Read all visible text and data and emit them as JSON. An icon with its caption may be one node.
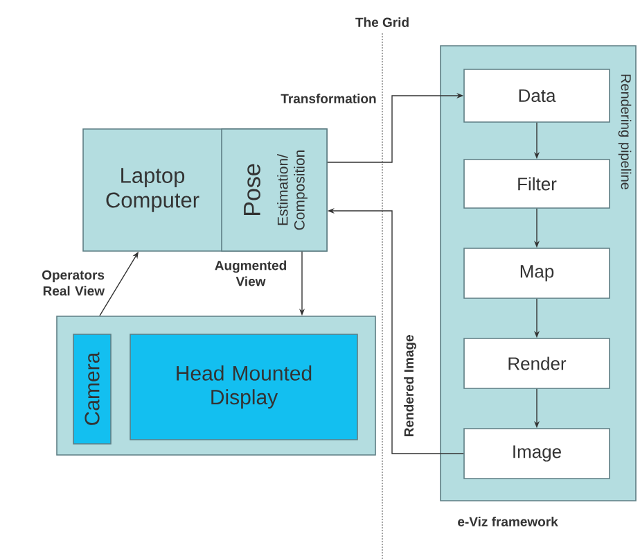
{
  "diagram": {
    "nodes": [
      {
        "text": [
          "Laptop Computer"
        ]
      },
      {
        "text": [
          "Pose",
          "Estimation/ Composition"
        ],
        "in": 0
      },
      {
        "text": [],
        "shape": "box"
      },
      {
        "text": [
          "Camera"
        ],
        "in": 2
      },
      {
        "text": [
          "Head Mounted Display"
        ],
        "in": 2
      },
      {
        "text": [
          "Rendering pipeline",
          "e-Viz framework"
        ]
      },
      {
        "text": [
          "Data"
        ],
        "in": 5
      },
      {
        "text": [
          "Filter"
        ],
        "in": 5
      },
      {
        "text": [
          "Map"
        ],
        "in": 5
      },
      {
        "text": [
          "Render"
        ],
        "in": 5
      },
      {
        "text": [
          "Image"
        ],
        "in": 5
      }
    ],
    "edges": [
      {
        "from": 1,
        "to": 6,
        "arrow": "to",
        "label": "Transformation"
      },
      {
        "from": 6,
        "to": 7,
        "arrow": "to"
      },
      {
        "from": 7,
        "to": 8,
        "arrow": "to"
      },
      {
        "from": 8,
        "to": 9,
        "arrow": "to"
      },
      {
        "from": 9,
        "to": 10,
        "arrow": "to"
      },
      {
        "from": 10,
        "to": 1,
        "arrow": "to",
        "label": "Rendered Image"
      },
      {
        "from": 1,
        "to": 2,
        "arrow": "to",
        "label": "Augmented View"
      },
      {
        "from": 2,
        "to": 0,
        "arrow": "to",
        "label": "Operators Real View"
      }
    ],
    "labels": [
      "The Grid"
    ]
  }
}
